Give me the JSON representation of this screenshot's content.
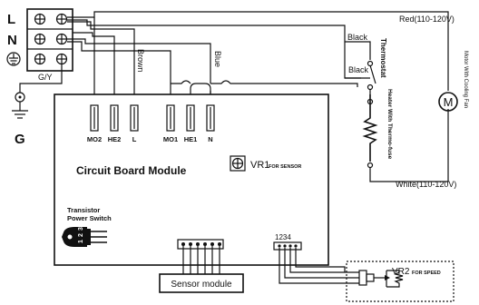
{
  "terminals": {
    "l": "L",
    "n": "N"
  },
  "ground": {
    "label": "G",
    "wire_label": "G/Y"
  },
  "wires": {
    "red": "Red(110-120V)",
    "white": "White(110-120V)",
    "black1": "Black",
    "black2": "Black",
    "brown": "Brown",
    "blue": "Blue"
  },
  "board": {
    "title": "Circuit Board Module",
    "pins": [
      "MO2",
      "HE2",
      "L",
      "MO1",
      "HE1",
      "N"
    ],
    "vr1_label": "VR1",
    "vr1_note": "FOR SENSOR",
    "transistor_line1": "Transistor",
    "transistor_line2": "Power Switch",
    "transistor_pins": [
      "1",
      "2",
      "3"
    ],
    "connector_label": "1234"
  },
  "components": {
    "thermostat": "Thermostat",
    "heater": "Heater With Thermo-fuse",
    "motor_symbol": "M",
    "motor_label": "Motor With Cooling Fan"
  },
  "sensor": {
    "label": "Sensor module"
  },
  "vr2": {
    "label": "VR2",
    "note": "FOR SPEED"
  }
}
